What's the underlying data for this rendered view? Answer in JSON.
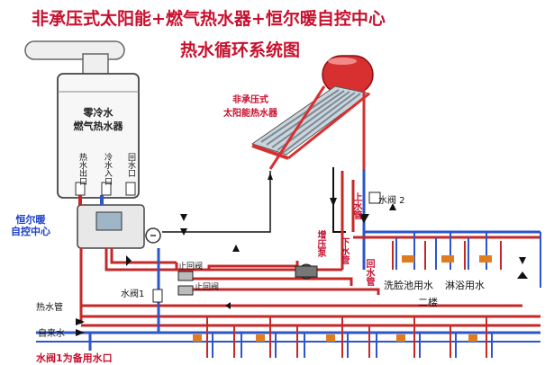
{
  "titles": {
    "main": "非承压式太阳能+燃气热水器+恒尔暖自控中心",
    "sub": "热水循环系统图"
  },
  "heater": {
    "line1": "零冷水",
    "line2": "燃气热水器",
    "ports": [
      "热水出口",
      "冷水入口",
      "回水口"
    ]
  },
  "solar": {
    "line1": "非承压式",
    "line2": "太阳能热水器"
  },
  "controller": {
    "line1": "恒尔暖",
    "line2": "自控中心"
  },
  "labels": {
    "valve2": "水阀 2",
    "up_pipe": "上水管",
    "booster_pump": "增压泵",
    "down_pipe": "下水管",
    "return_pipe": "回水管",
    "check_valve_top": "止回阀",
    "check_valve_bottom": "止回阀",
    "valve1": "水阀1",
    "hot_water_pipe": "热水管",
    "tap_water": "自来水",
    "washbasin": "洗脸池用水",
    "shower": "淋浴用水",
    "second_floor": "二楼",
    "bottom_partial": "水阀1为备用水口"
  },
  "colors": {
    "title": "#c8102e",
    "hot_pipe": "#d4202a",
    "cold_pipe": "#2c56c9",
    "dark_pipe": "#1a1a1a"
  }
}
